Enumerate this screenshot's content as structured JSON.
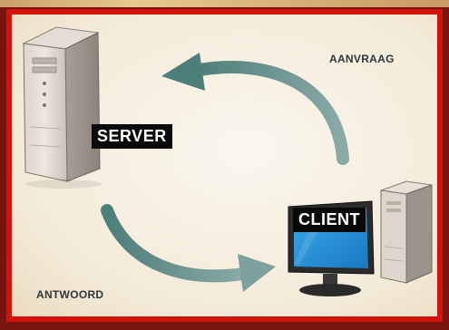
{
  "labels": {
    "server": "SERVER",
    "client": "CLIENT",
    "request": "AANVRAAG",
    "response": "ANTWOORD"
  },
  "colors": {
    "frame": "#d0140c",
    "outer": "#7a1410",
    "arrow": "#5f8a86",
    "tag_bg": "#0a0a0a",
    "monitor_screen": "#1e8fd6"
  },
  "icons": [
    "server-tower-icon",
    "desktop-computer-icon",
    "request-arrow-icon",
    "response-arrow-icon"
  ]
}
